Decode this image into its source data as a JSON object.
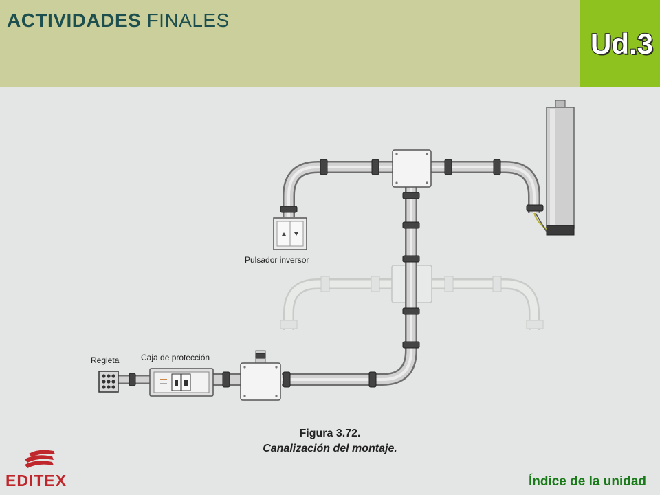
{
  "header": {
    "title_strong": "ACTIVIDADES",
    "title_rest": " FINALES",
    "unit": "Ud.3"
  },
  "diagram": {
    "labels": {
      "pulsador": "Pulsador inversor",
      "regleta": "Regleta",
      "caja": "Caja de protección"
    }
  },
  "caption": {
    "line1": "Figura 3.72.",
    "line2": "Canalización del montaje."
  },
  "footer": {
    "logo_text": "EDITEX",
    "index_link": "Índice de la unidad"
  },
  "colors": {
    "header_bg": "#cbcf9b",
    "badge_bg": "#8dc21f",
    "page_bg": "#e3e6e4",
    "brand_red": "#c0272d",
    "link_green": "#1a7a1a"
  }
}
